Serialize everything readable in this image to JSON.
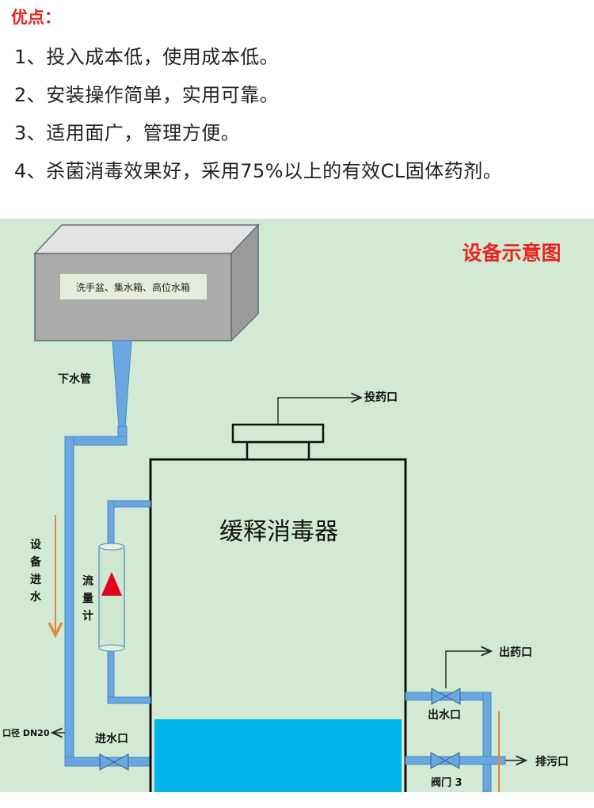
{
  "advantages": {
    "heading": "优点：",
    "items": [
      "1、投入成本低，使用成本低。",
      "2、安装操作简单，实用可靠。",
      "3、适用面广，管理方便。",
      "4、杀菌消毒效果好，采用75%以上的有效CL固体药剂。"
    ]
  },
  "diagram": {
    "title": "设备示意图",
    "tank_label": "洗手盆、集水箱、高位水箱",
    "drain_pipe_label": "下水管",
    "dosing_port_label": "投药口",
    "device_label": "缓释消毒器",
    "inflow_label": [
      "设",
      "备",
      "进",
      "水"
    ],
    "flowmeter_label": [
      "流",
      "量",
      "计"
    ],
    "outlet_dose_label": "出药口",
    "water_outlet_label": "出水口",
    "diameter_label": "口径 DN20",
    "water_inlet_label": "进水口",
    "sewage_label": "排污口",
    "valve3_label": "阀门 3",
    "colors": {
      "background": "#d2ead3",
      "pipe": "#6aa6e0",
      "water": "#00b4ec",
      "tank_front": "#ababab",
      "title_red": "#e8231f",
      "arrow_orange": "#e8843a",
      "flow_marker": "#e4001a"
    }
  }
}
